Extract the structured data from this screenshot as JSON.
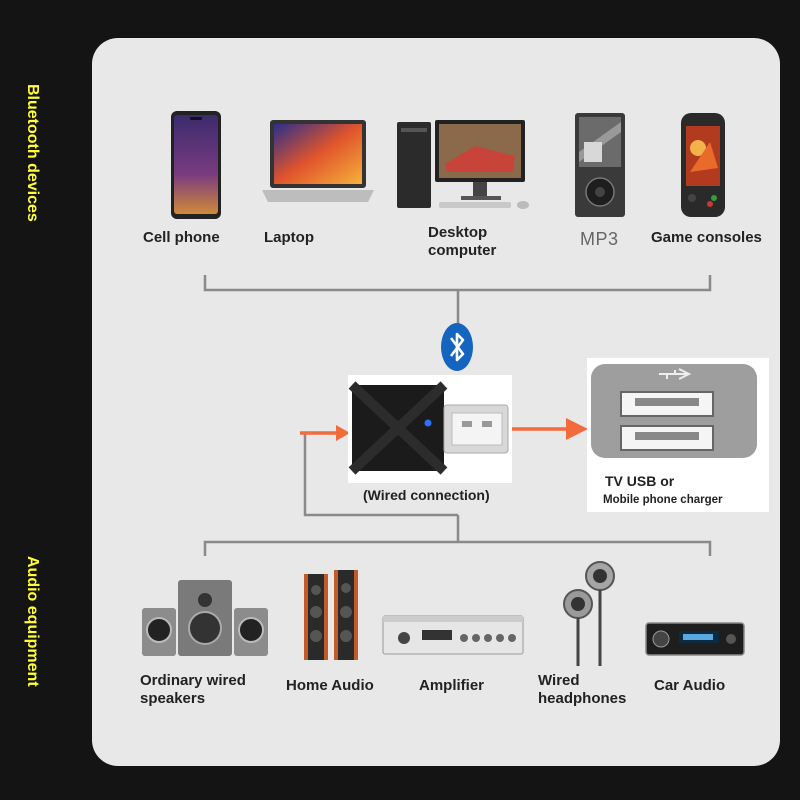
{
  "side_labels": {
    "top": "Bluetooth devices",
    "bottom": "Audio equipment"
  },
  "bluetooth_devices": [
    {
      "label": "Cell phone",
      "icon": "cell-phone-icon"
    },
    {
      "label": "Laptop",
      "icon": "laptop-icon"
    },
    {
      "label": "Desktop computer",
      "icon": "desktop-computer-icon"
    },
    {
      "label": "MP3",
      "icon": "mp3-player-icon"
    },
    {
      "label": "Game consoles",
      "icon": "game-console-icon"
    }
  ],
  "adapter": {
    "label": "(Wired connection)",
    "icon": "bluetooth-usb-adapter-icon",
    "bluetooth_icon": "bluetooth-icon"
  },
  "power_source": {
    "line1": "TV USB or",
    "line2": "Mobile phone charger",
    "icon": "usb-port-icon"
  },
  "audio_equipment": [
    {
      "label": "Ordinary wired speakers",
      "icon": "speakers-icon"
    },
    {
      "label": "Home Audio",
      "icon": "tower-speakers-icon"
    },
    {
      "label": "Amplifier",
      "icon": "amplifier-icon"
    },
    {
      "label": "Wired headphones",
      "icon": "earphones-icon"
    },
    {
      "label": "Car Audio",
      "icon": "car-stereo-icon"
    }
  ],
  "colors": {
    "background": "#141414",
    "panel": "#e8e8e8",
    "side_label": "#ffff33",
    "arrow": "#f26b3a",
    "connector_line": "#8a8a8a",
    "bluetooth_blue": "#1565c0"
  }
}
